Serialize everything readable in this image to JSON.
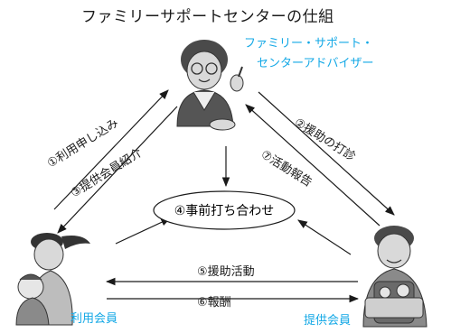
{
  "title": "ファミリーサポートセンターの仕組",
  "advisor": {
    "line1": "ファミリー・サポート・",
    "line2": "センターアドバイザー"
  },
  "user_label": "利用会員",
  "provider_label": "提供会員",
  "steps": {
    "s1": "①利用申し込み",
    "s2": "②援助の打診",
    "s3": "③提供会員紹介",
    "s4": "④事前打ち合わせ",
    "s5": "⑤援助活動",
    "s6": "⑥報酬",
    "s7": "⑦活動報告"
  },
  "colors": {
    "accent": "#13a8e6",
    "line": "#1a1a1a",
    "figure_fill": "#bdbdbd",
    "figure_dark": "#4a4a4a"
  },
  "icons": {
    "advisor": "advisor-woman-figure",
    "user": "mother-and-child-figure",
    "provider": "provider-woman-figure"
  }
}
